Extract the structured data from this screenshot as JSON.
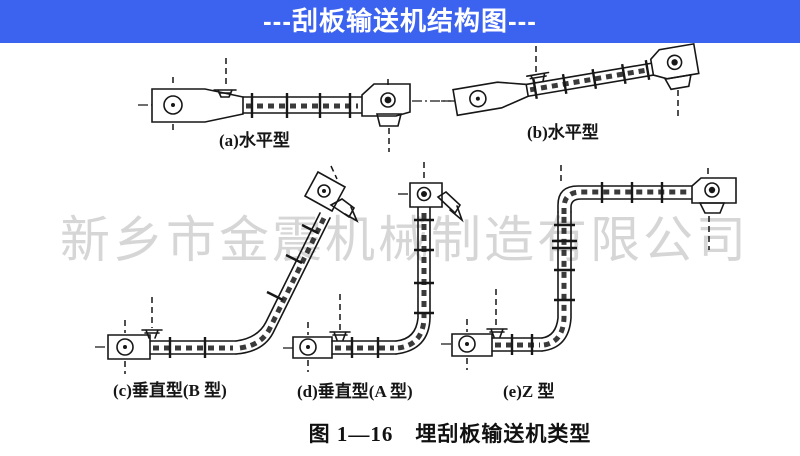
{
  "header": {
    "title": "---刮板输送机结构图---",
    "bg_color": "#3c62f0",
    "text_color": "#ffffff"
  },
  "watermark": {
    "text": "新乡市金震机械制造有限公司",
    "color": "#c9c9c9"
  },
  "figure": {
    "caption": "图 1—16　埋刮板输送机类型",
    "line_color": "#171717",
    "labels": {
      "a": "(a)水平型",
      "b": "(b)水平型",
      "c": "(c)垂直型(B 型)",
      "d": "(d)垂直型(A 型)",
      "e": "(e)Z 型"
    },
    "diagram_names": [
      "horizontal-conveyor-a",
      "inclined-conveyor-b",
      "vertical-conveyor-b-type",
      "vertical-conveyor-a-type",
      "z-shaped-conveyor"
    ]
  }
}
